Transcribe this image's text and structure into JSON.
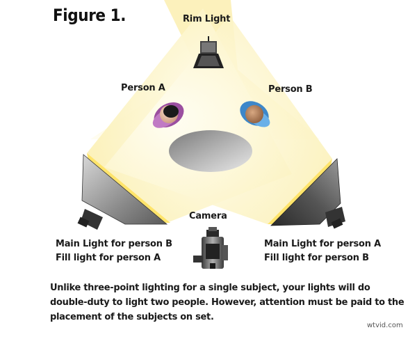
{
  "title": "Figure 1.",
  "labels": {
    "rim_light": "Rim Light",
    "person_a": "Person A",
    "person_b": "Person B",
    "camera": "Camera",
    "left_light_line1": "Main Light for person B",
    "left_light_line2": "Fill light for person A",
    "right_light_line1": "Main Light for person A",
    "right_light_line2": "Fill light for person B"
  },
  "caption": {
    "line1": "Unlike three-point lighting for a single subject, your lights will do",
    "line2": "double-duty to light two people. However, attention must be paid to the",
    "line3": "placement of the subjects on set."
  },
  "watermark": "wtvid.com",
  "colors": {
    "beam_light": "#fff6c8",
    "beam_bright": "#fffdf0",
    "table": "#9a9a9a",
    "person_a_shirt": "#9b4fa0",
    "person_b_shirt": "#3d87c9",
    "skin": "#e8c0a8"
  }
}
